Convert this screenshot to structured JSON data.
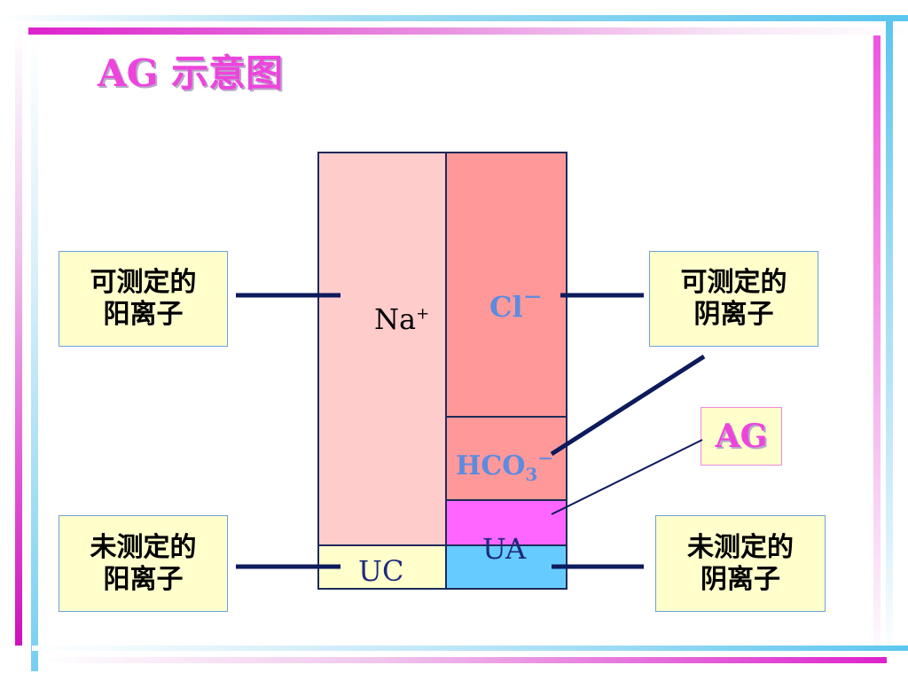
{
  "slide": {
    "title": "AG 示意图"
  },
  "labels": {
    "measurable_cation": {
      "line1": "可测定的",
      "line2": "阳离子"
    },
    "measurable_anion": {
      "line1": "可测定的",
      "line2": "阴离子"
    },
    "unmeasured_cation": {
      "line1": "未测定的",
      "line2": "阳离子"
    },
    "unmeasured_anion": {
      "line1": "未测定的",
      "line2": "阴离子"
    },
    "ag": "AG"
  },
  "ions": {
    "na_base": "Na",
    "na_charge": "+",
    "cl_base": "Cl",
    "cl_charge": "－",
    "hco3_base": "HCO",
    "hco3_sub": "3",
    "hco3_charge": "－",
    "ua": "UA",
    "uc": "UC"
  },
  "colors": {
    "title": "#ee44dd",
    "na_block": "#ffcccc",
    "cl_block": "#ff9999",
    "hco3_block": "#ff9999",
    "ag_block": "#ff66ff",
    "ua_block": "#66ccff",
    "uc_block": "#ffffcc",
    "label_box": "#ffffcc",
    "line": "#0d1a5c"
  }
}
